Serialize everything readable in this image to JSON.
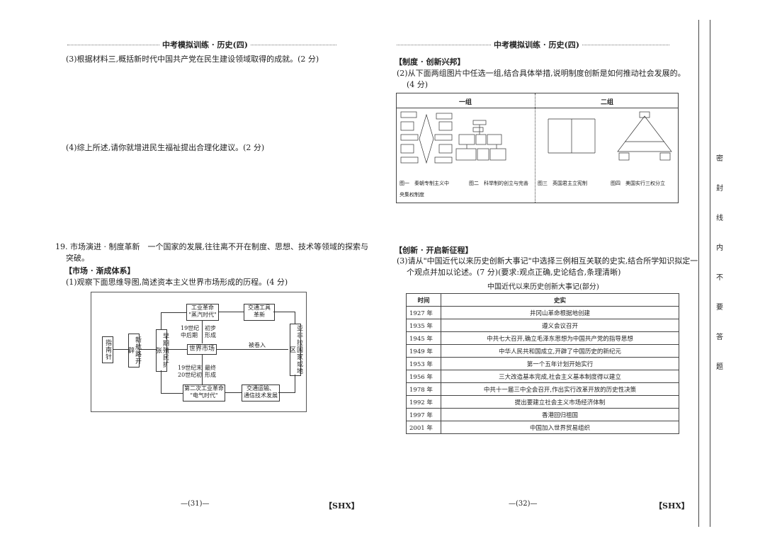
{
  "left": {
    "header": "中考模拟训练 · 历史(四)",
    "q3": "(3)根据材料三,概括新时代中国共产党在民生建设领域取得的成就。(2 分)",
    "q4": "(4)综上所述,请你就增进民生福祉提出合理化建议。(2 分)",
    "q19_line1": "19. 市场演进 · 制度革新　一个国家的发展,往往离不开在制度、思想、技术等领域的探索与",
    "q19_line2": "突破。",
    "q19_section": "【市场 · 渐成体系】",
    "q19_1": "(1)观察下面思维导图,简述资本主义世界市场形成的历程。(4 分)",
    "mindmap": {
      "compass": "指南针",
      "new_route": "新航路开辟",
      "colonial": "早期殖民扩张",
      "ind_rev1_a": "工业革命",
      "ind_rev1_b": "\"蒸汽时代\"",
      "transport1_a": "交通工具",
      "transport1_b": "革新",
      "c19_mid_a": "19世纪",
      "c19_mid_b": "中后期",
      "initial_a": "初步",
      "initial_b": "形成",
      "world_market": "世界市场",
      "drawn_in": "被卷入",
      "asia_africa": "亚非拉国家或地区",
      "c19_end_a": "19世纪末",
      "c19_end_b": "20世纪初",
      "final_a": "最终",
      "final_b": "形成",
      "ind_rev2_a": "第二次工业革命",
      "ind_rev2_b": "\"电气时代\"",
      "transport2_a": "交通运输、",
      "transport2_b": "通信技术发展"
    },
    "page_number": "31",
    "brand": "【SHX】"
  },
  "right": {
    "header": "中考模拟训练 · 历史(四)",
    "section1": "【制度 · 创新兴邦】",
    "q2_line1": "(2)从下面两组图片中任选一组,结合具体举措,说明制度创新是如何推动社会发展的。",
    "q2_line2": "(4 分)",
    "group1": "一组",
    "group2": "二组",
    "fig1": "图一　秦朝专制主义中",
    "fig1b": "央集权制度",
    "fig2": "图二　科举制的创立与完善",
    "fig3": "图三　英国君主立宪制",
    "fig4": "图四　美国实行三权分立",
    "section2": "【创新 · 开启新征程】",
    "q3_line1": "(3)请从\"中国近代以来历史创新大事记\"中选择三例相互关联的史实,结合所学知识拟定一",
    "q3_line2": "个观点并加以论述。(7 分)(要求:观点正确,史论结合,条理清晰)",
    "table_title": "中国近代以来历史创新大事记(部分)",
    "table_headers": [
      "时间",
      "史实"
    ],
    "table_rows": [
      [
        "1927 年",
        "井冈山革命根据地创建"
      ],
      [
        "1935 年",
        "遵义会议召开"
      ],
      [
        "1945 年",
        "中共七大召开,确立毛泽东思想为中国共产党的指导思想"
      ],
      [
        "1949 年",
        "中华人民共和国成立,开辟了中国历史的新纪元"
      ],
      [
        "1953 年",
        "第一个五年计划开始实行"
      ],
      [
        "1956 年",
        "三大改造基本完成,社会主义基本制度得以建立"
      ],
      [
        "1978 年",
        "中共十一届三中全会召开,作出实行改革开放的历史性决策"
      ],
      [
        "1992 年",
        "提出要建立社会主义市场经济体制"
      ],
      [
        "1997 年",
        "香港回归祖国"
      ],
      [
        "2001 年",
        "中国加入世界贸易组织"
      ]
    ],
    "page_number": "32",
    "brand": "【SHX】"
  },
  "side_text": [
    "密",
    "封",
    "线",
    "内",
    "不",
    "要",
    "答",
    "题"
  ]
}
